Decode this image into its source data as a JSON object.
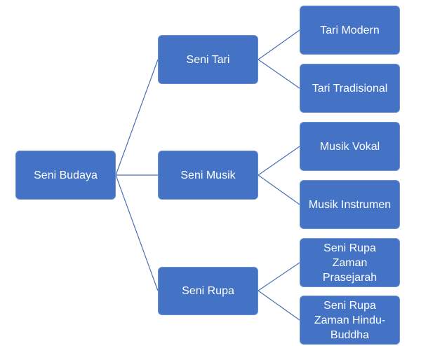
{
  "colors": {
    "node_fill": "#4472C4",
    "connector": "#4A6FB5",
    "text": "#FFFFFF"
  },
  "root": {
    "label": "Seni Budaya"
  },
  "branches": [
    {
      "label": "Seni Tari",
      "children": [
        {
          "label": "Tari Modern"
        },
        {
          "label": "Tari Tradisional"
        }
      ]
    },
    {
      "label": "Seni Musik",
      "children": [
        {
          "label": "Musik Vokal"
        },
        {
          "label": "Musik Instrumen"
        }
      ]
    },
    {
      "label": "Seni Rupa",
      "children": [
        {
          "label": "Seni Rupa Zaman Prasejarah"
        },
        {
          "label": "Seni Rupa Zaman Hindu-Buddha"
        }
      ]
    }
  ]
}
